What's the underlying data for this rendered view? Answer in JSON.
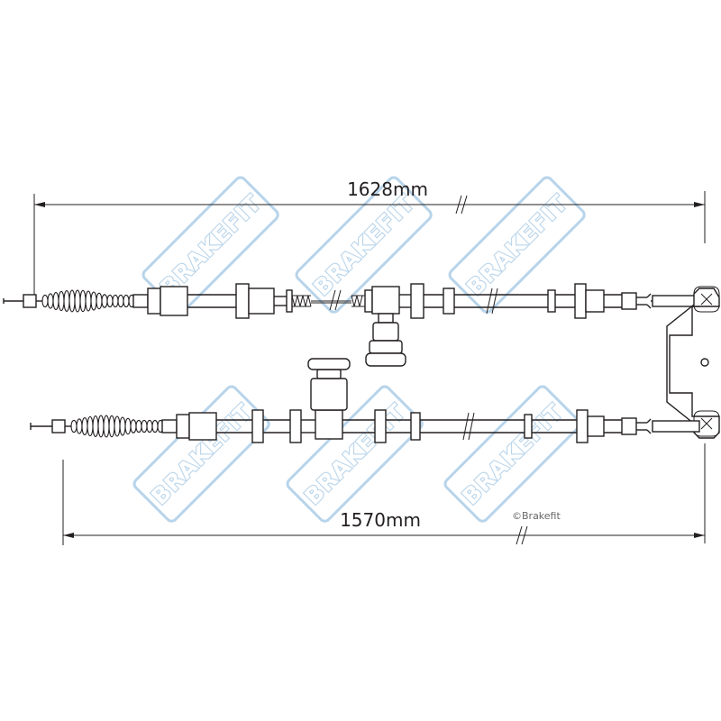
{
  "dimensions": {
    "top_length": "1628mm",
    "bottom_length": "1570mm"
  },
  "copyright": "©Brakefit",
  "watermark": {
    "text": "BRAKEFIT",
    "color": "#b8d4ea"
  },
  "colors": {
    "line": "#231f20",
    "background": "#ffffff"
  }
}
